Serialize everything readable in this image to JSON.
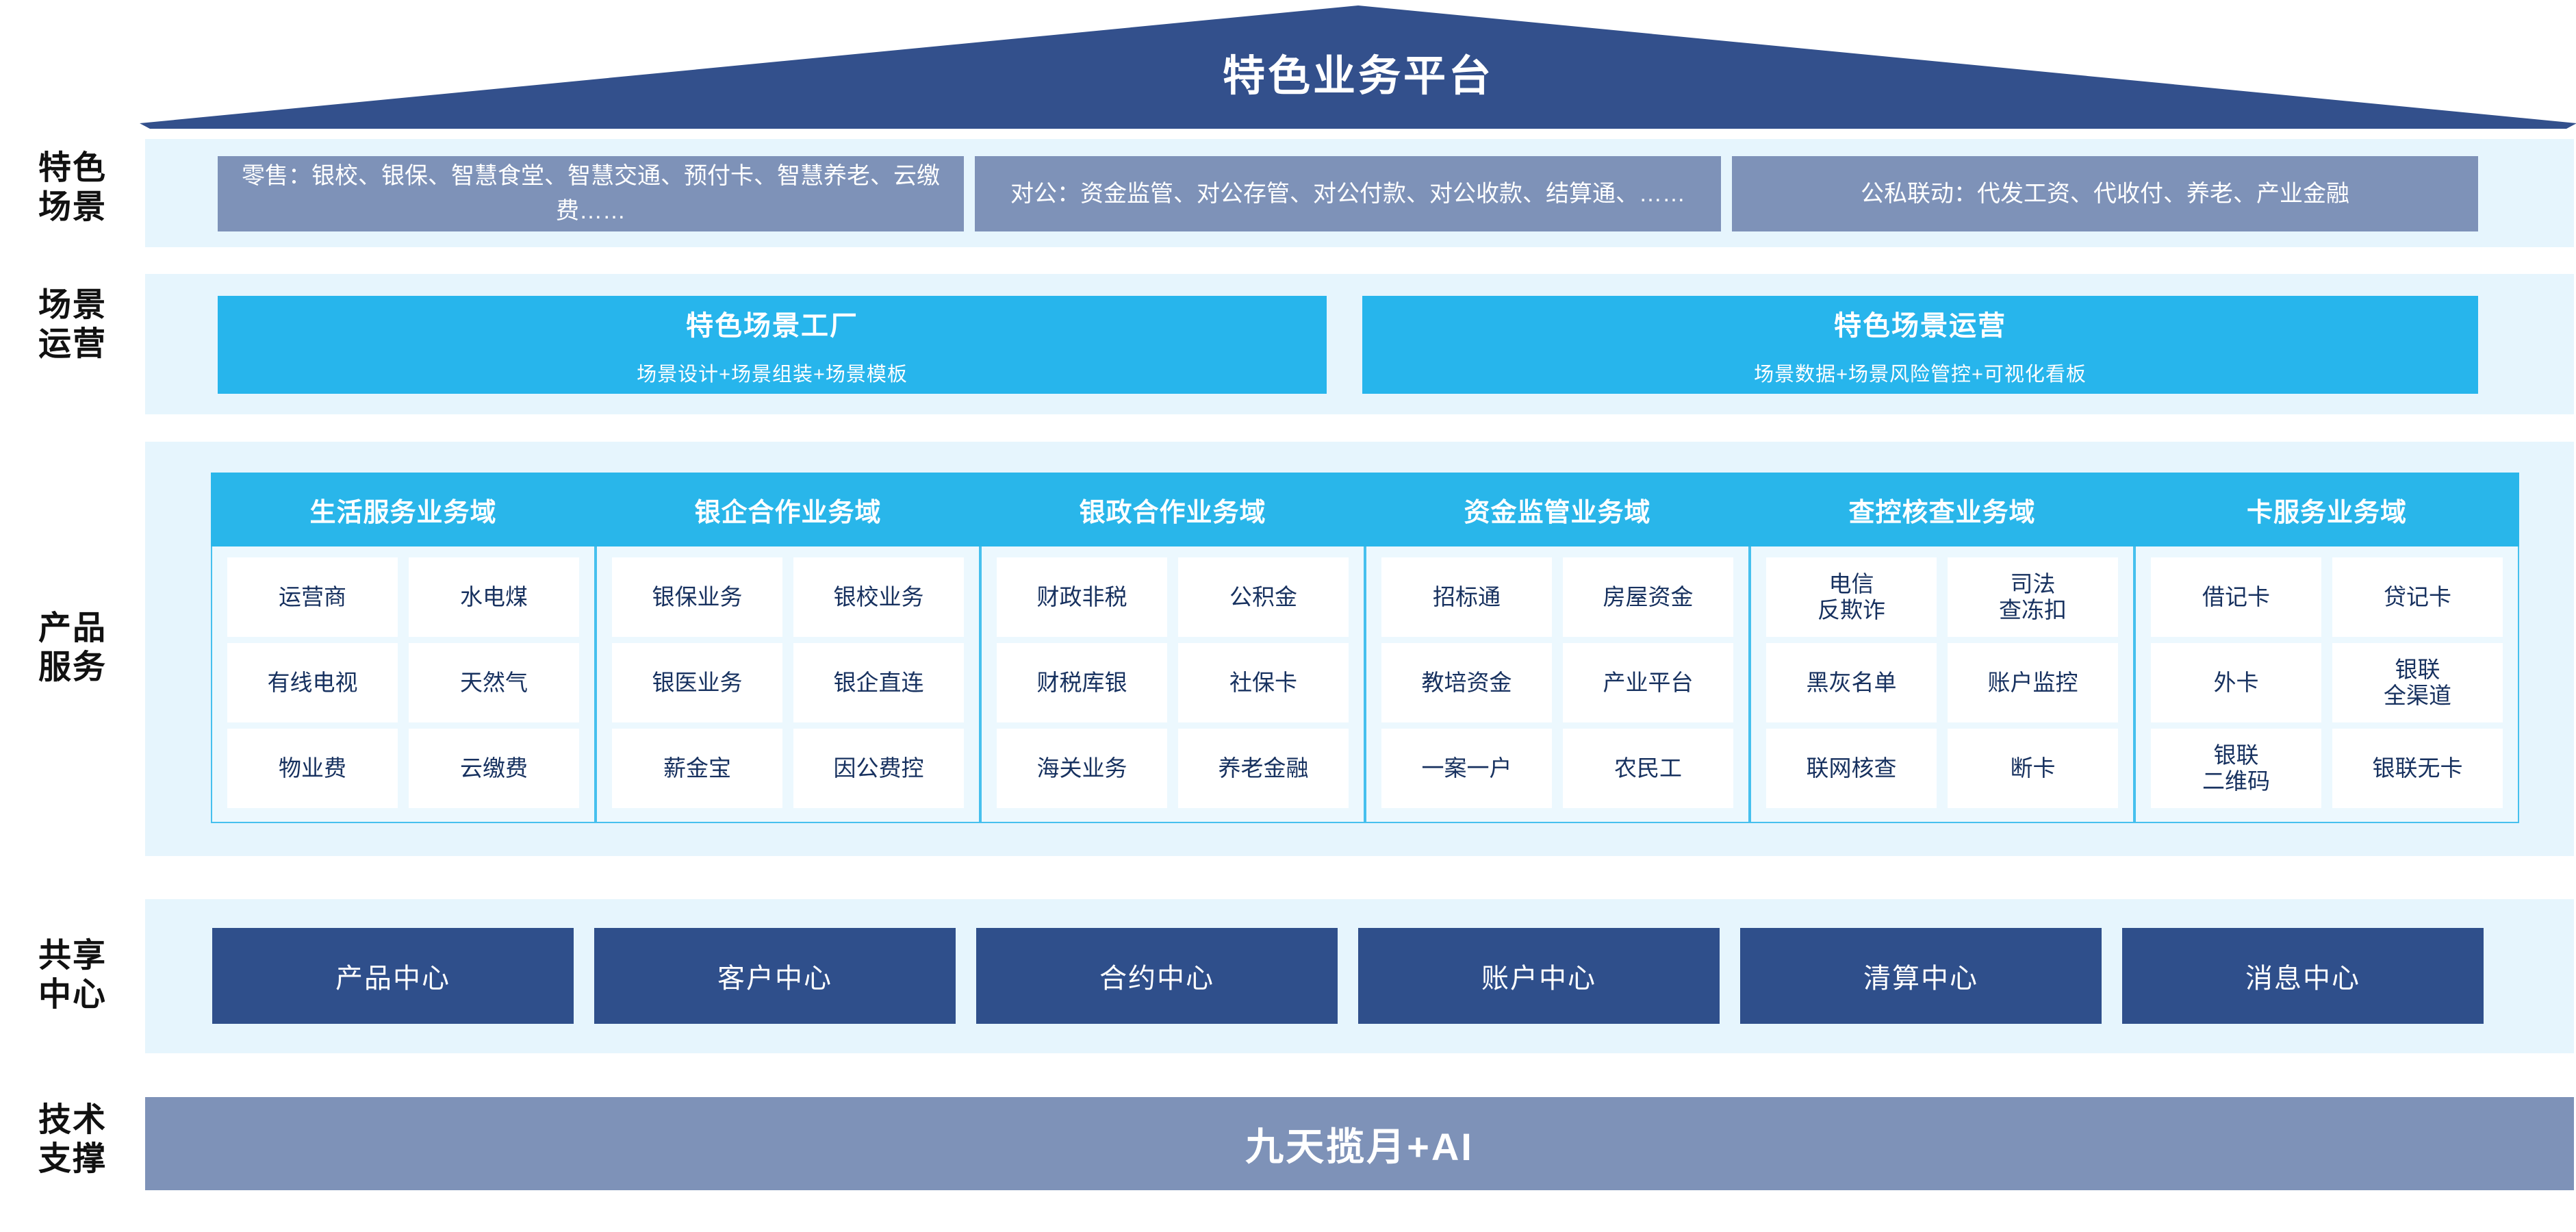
{
  "header": {
    "title": "特色业务平台"
  },
  "row_labels": {
    "scenarios": "特色\n场景",
    "operations": "场景\n运营",
    "products": "产品\n服务",
    "shared": "共享\n中心",
    "tech": "技术\n支撑"
  },
  "scenarios": [
    {
      "text": "零售：银校、银保、智慧食堂、智慧交通、预付卡、智慧养老、云缴费……"
    },
    {
      "text": "对公：资金监管、对公存管、对公付款、对公收款、结算通、……"
    },
    {
      "text": "公私联动：代发工资、代收付、养老、产业金融"
    }
  ],
  "operations": [
    {
      "title": "特色场景工厂",
      "subtitle": "场景设计+场景组装+场景模板"
    },
    {
      "title": "特色场景运营",
      "subtitle": "场景数据+场景风险管控+可视化看板"
    }
  ],
  "domains": [
    {
      "title": "生活服务业务域",
      "rows": [
        [
          "运营商",
          "水电煤"
        ],
        [
          "有线电视",
          "天然气"
        ],
        [
          "物业费",
          "云缴费"
        ]
      ]
    },
    {
      "title": "银企合作业务域",
      "rows": [
        [
          "银保业务",
          "银校业务"
        ],
        [
          "银医业务",
          "银企直连"
        ],
        [
          "薪金宝",
          "因公费控"
        ]
      ]
    },
    {
      "title": "银政合作业务域",
      "rows": [
        [
          "财政非税",
          "公积金"
        ],
        [
          "财税库银",
          "社保卡"
        ],
        [
          "海关业务",
          "养老金融"
        ]
      ]
    },
    {
      "title": "资金监管业务域",
      "rows": [
        [
          "招标通",
          "房屋资金"
        ],
        [
          "教培资金",
          "产业平台"
        ],
        [
          "一案一户",
          "农民工"
        ]
      ]
    },
    {
      "title": "查控核查业务域",
      "rows": [
        [
          "电信\n反欺诈",
          "司法\n查冻扣"
        ],
        [
          "黑灰名单",
          "账户监控"
        ],
        [
          "联网核查",
          "断卡"
        ]
      ]
    },
    {
      "title": "卡服务业务域",
      "rows": [
        [
          "借记卡",
          "贷记卡"
        ],
        [
          "外卡",
          "银联\n全渠道"
        ],
        [
          "银联\n二维码",
          "银联无卡"
        ]
      ]
    }
  ],
  "shared_centers": [
    {
      "label": "产品中心"
    },
    {
      "label": "客户中心"
    },
    {
      "label": "合约中心"
    },
    {
      "label": "账户中心"
    },
    {
      "label": "清算中心"
    },
    {
      "label": "消息中心"
    }
  ],
  "tech_support": {
    "label": "九天揽月+AI"
  },
  "colors": {
    "roof": "#33508c",
    "band_bg": "#e6f5fd",
    "scenario_box": "#7e92b8",
    "ops_box": "#27b5ec",
    "domain_head": "#29b6ea",
    "domain_body_bg": "#ecf8fe",
    "domain_border": "#46c0ee",
    "cell_bg": "#ffffff",
    "cell_text": "#17315f",
    "center_box": "#2f4f8b",
    "tech_bar": "#7e92b8"
  }
}
